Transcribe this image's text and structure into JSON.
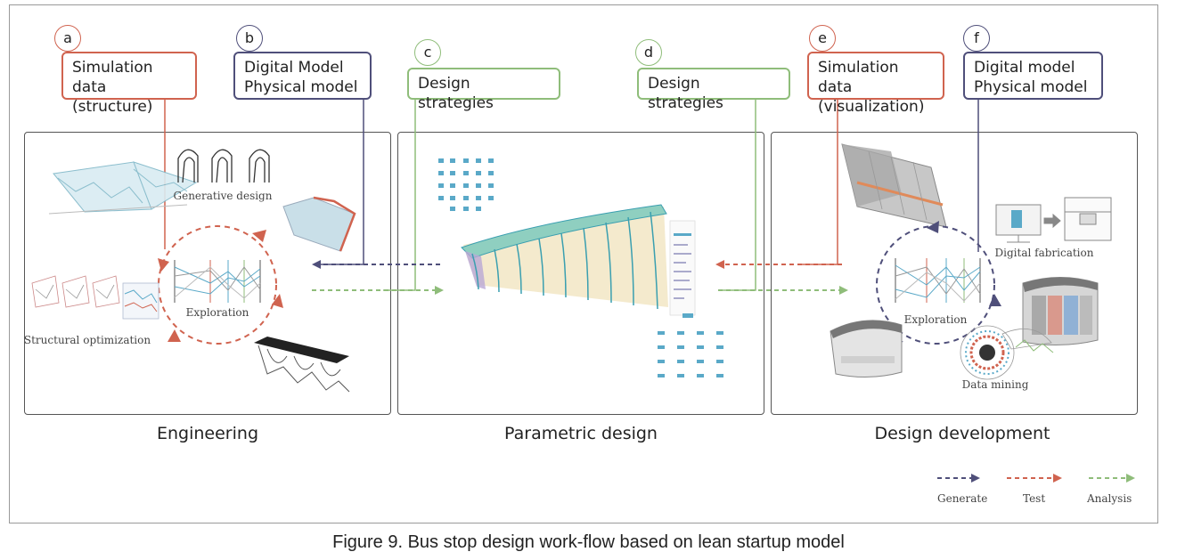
{
  "colors": {
    "red": "#d0634f",
    "blue": "#4f4f7a",
    "green": "#8fbd7a"
  },
  "labels": {
    "a": {
      "letter": "a",
      "line1": "Simulation data",
      "line2": "(structure)"
    },
    "b": {
      "letter": "b",
      "line1": "Digital Model",
      "line2": "Physical model"
    },
    "c": {
      "letter": "c",
      "line1": "Design strategies"
    },
    "d": {
      "letter": "d",
      "line1": "Design strategies"
    },
    "e": {
      "letter": "e",
      "line1": "Simulation data",
      "line2": "(visualization)"
    },
    "f": {
      "letter": "f",
      "line1": "Digital model",
      "line2": "Physical model"
    }
  },
  "panels": {
    "engineering": {
      "title": "Engineering",
      "generative": "Generative design",
      "exploration": "Exploration",
      "structural": "Structural optimization"
    },
    "parametric": {
      "title": "Parametric design"
    },
    "development": {
      "title": "Design development",
      "fabrication": "Digital fabrication",
      "exploration": "Exploration",
      "datamining": "Data mining"
    }
  },
  "legend": [
    {
      "name": "Generate",
      "color": "#4f4f7a"
    },
    {
      "name": "Test",
      "color": "#d0634f"
    },
    {
      "name": "Analysis",
      "color": "#8fbd7a"
    }
  ],
  "caption": "Figure 9. Bus stop design work-flow based on lean startup model"
}
